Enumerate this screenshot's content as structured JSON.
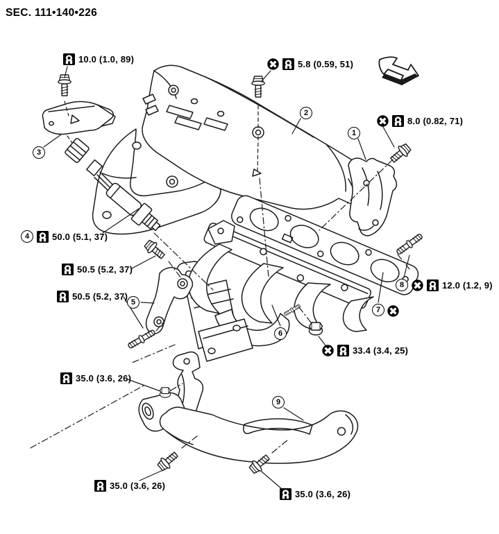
{
  "header": {
    "section_title": "SEC. 111•140•226"
  },
  "direction_indicator": {
    "icon": "front-direction-arrow"
  },
  "callouts": [
    {
      "num": "1"
    },
    {
      "num": "2"
    },
    {
      "num": "3"
    },
    {
      "num": "4"
    },
    {
      "num": "5"
    },
    {
      "num": "6"
    },
    {
      "num": "7"
    },
    {
      "num": "8"
    },
    {
      "num": "9"
    }
  ],
  "symbols": {
    "torque": "torque-wrench-icon",
    "non_reusable": "non-reusable-x-icon"
  },
  "torque_labels": [
    {
      "text": "10.0 (1.0, 89)",
      "icons": [
        "torque"
      ]
    },
    {
      "text": "5.8 (0.59, 51)",
      "icons": [
        "non_reusable",
        "torque"
      ]
    },
    {
      "text": "8.0 (0.82, 71)",
      "icons": [
        "non_reusable",
        "torque"
      ]
    },
    {
      "text": "50.0 (5.1, 37)",
      "icons": [
        "torque"
      ],
      "callout": "4"
    },
    {
      "text": "50.5 (5.2, 37)",
      "icons": [
        "torque"
      ]
    },
    {
      "text": "50.5 (5.2, 37)",
      "icons": [
        "torque"
      ]
    },
    {
      "text": "12.0 (1.2, 9)",
      "icons": [
        "non_reusable",
        "torque"
      ],
      "callout": "8"
    },
    {
      "text": "33.4 (3.4, 25)",
      "icons": [
        "non_reusable",
        "torque"
      ]
    },
    {
      "text": "35.0 (3.6, 26)",
      "icons": [
        "torque"
      ]
    },
    {
      "text": "35.0 (3.6, 26)",
      "icons": [
        "torque"
      ]
    },
    {
      "text": "35.0 (3.6, 26)",
      "icons": [
        "torque"
      ]
    }
  ],
  "gasket_flag": {
    "callout": "7",
    "icons": [
      "non_reusable"
    ]
  },
  "colors": {
    "line": "#1a1a1a",
    "background": "#ffffff"
  }
}
